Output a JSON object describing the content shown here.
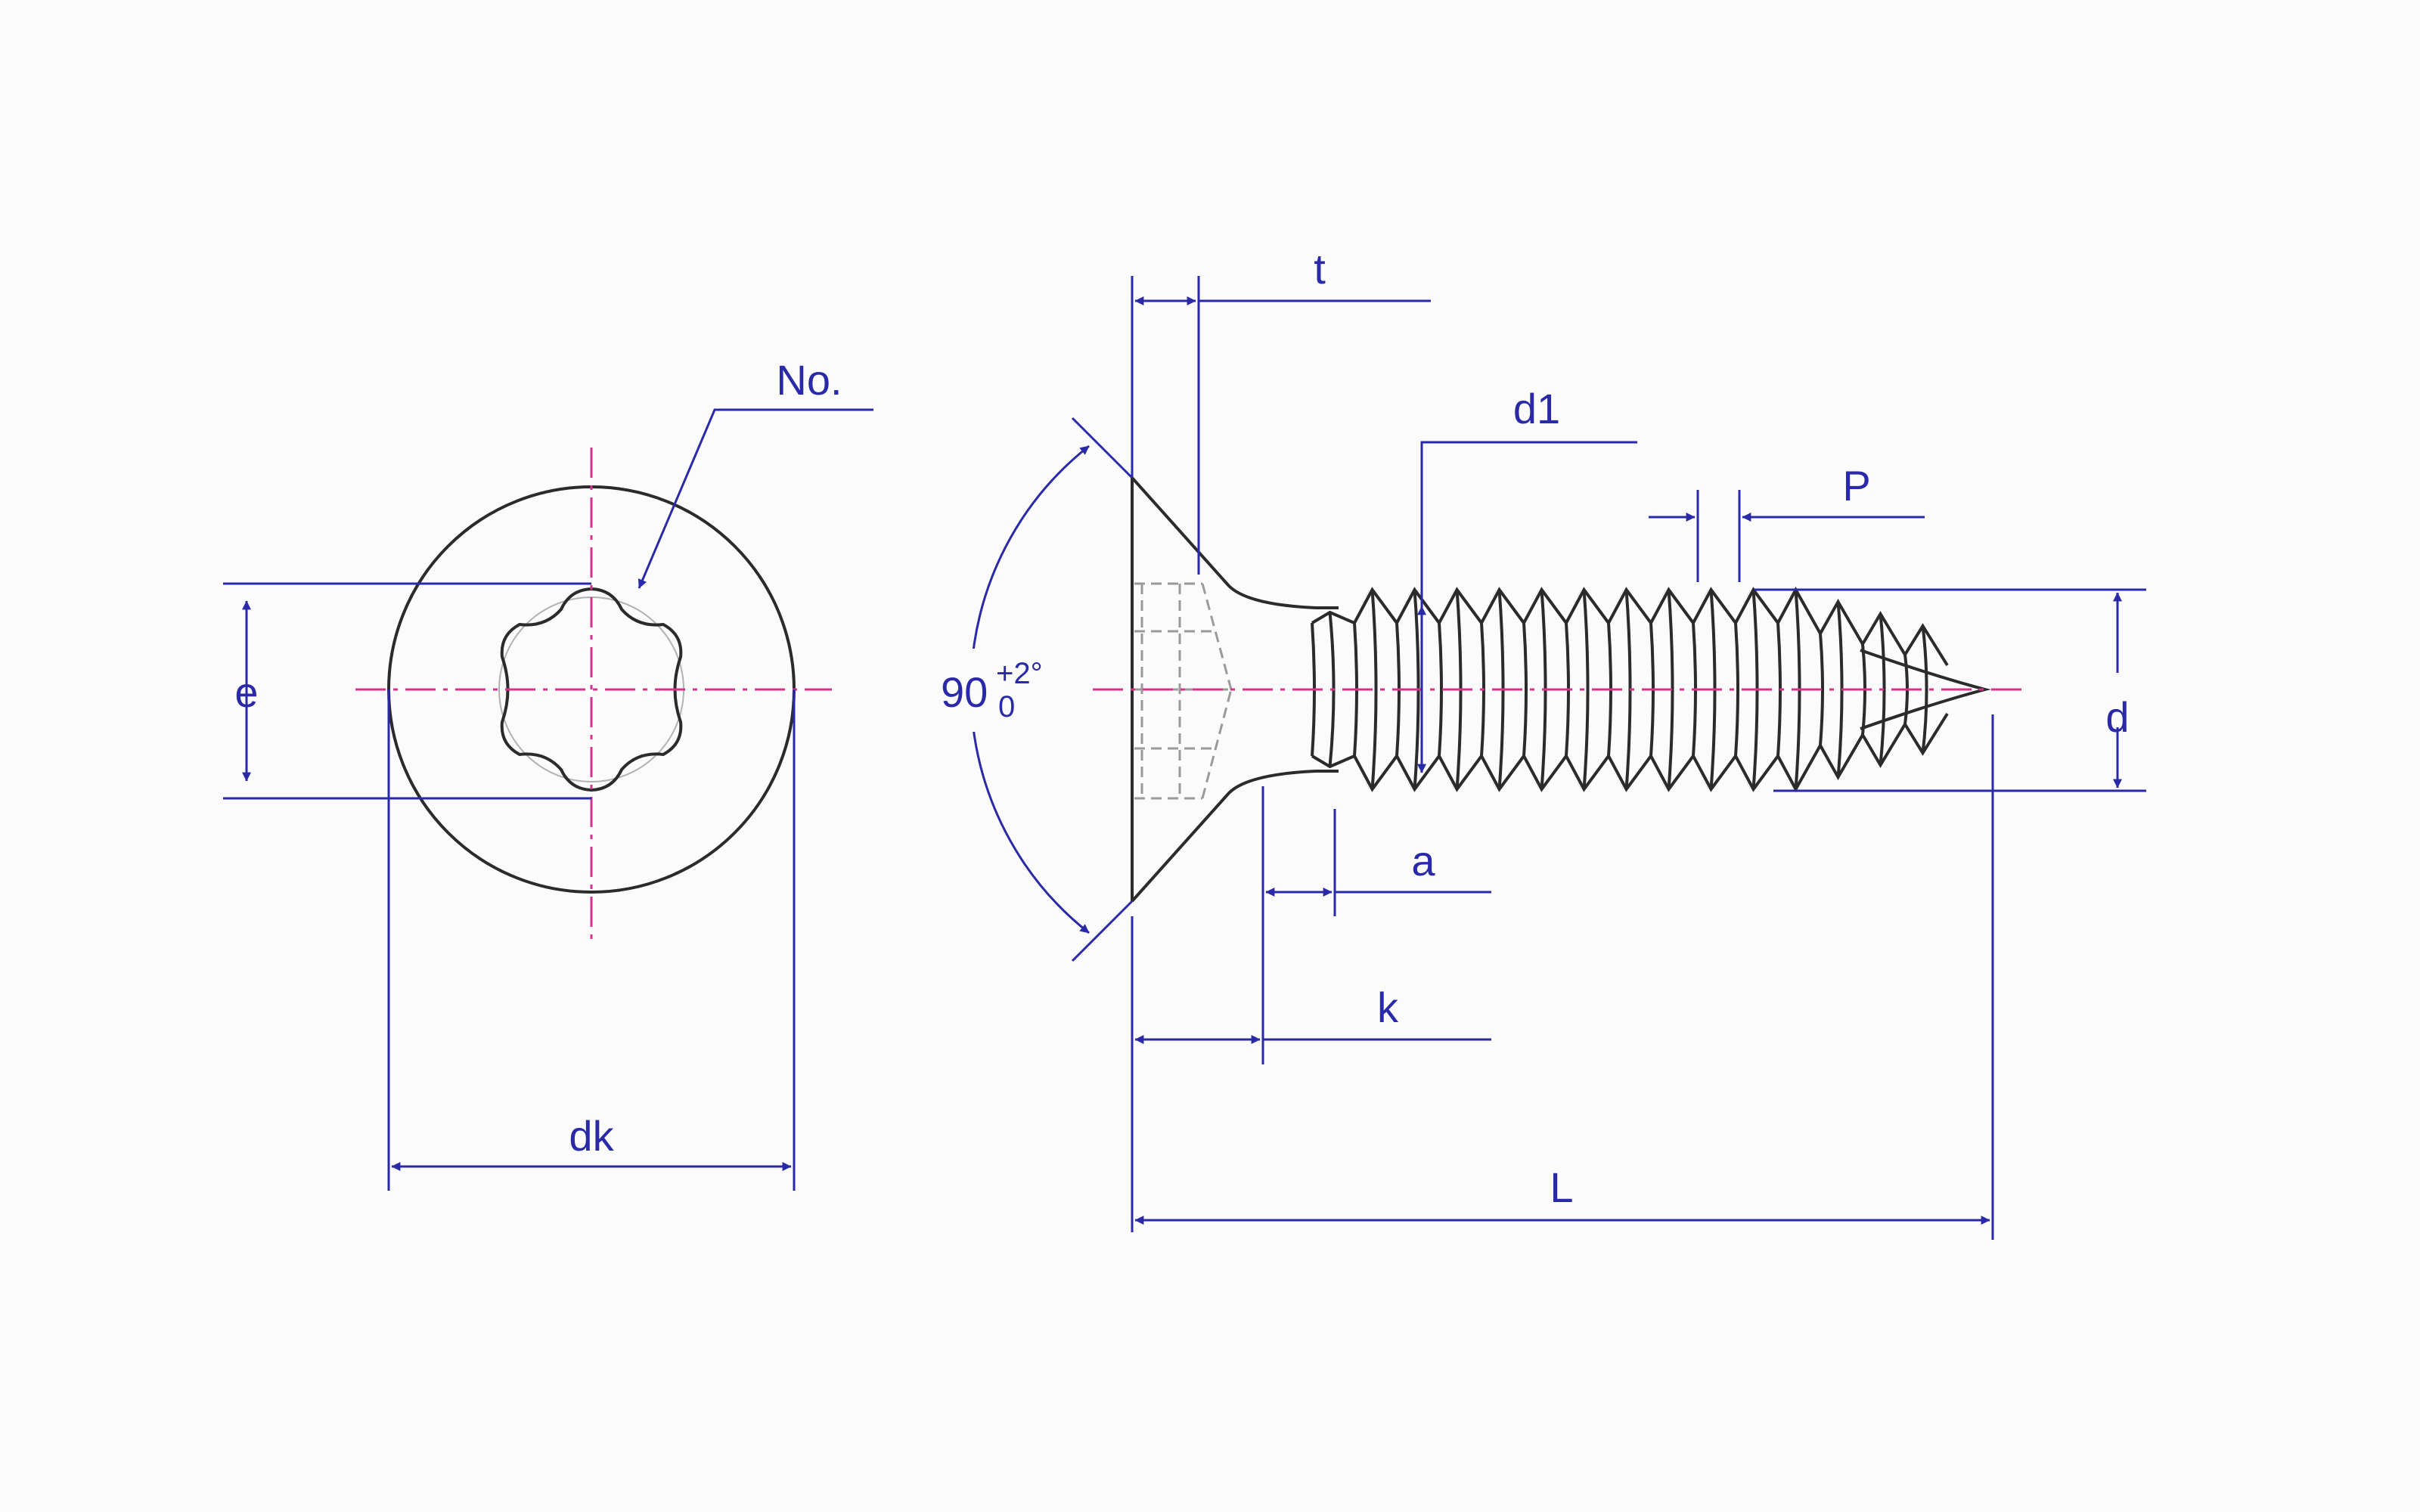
{
  "colors": {
    "background": "#fbfbfb",
    "outline": "#2b2b2b",
    "dimension": "#2a2aa8",
    "centerline": "#d6338f",
    "hidden": "#9a9a9a"
  },
  "labels": {
    "no": "No.",
    "e": "e",
    "dk": "dk",
    "t": "t",
    "d1": "d1",
    "p": "P",
    "d": "d",
    "a": "a",
    "k": "k",
    "l": "L",
    "angle": {
      "value": "90",
      "upper": "+2°",
      "lower": "0"
    }
  }
}
